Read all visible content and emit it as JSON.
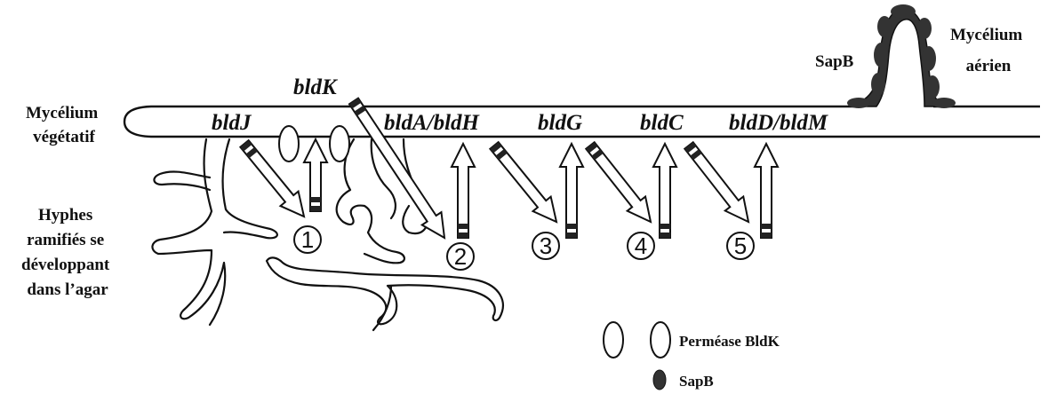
{
  "labels": {
    "mycelium_vegetative": [
      "Mycélium",
      "végétatif"
    ],
    "mycelium_aerial": [
      "Mycélium",
      "aérien"
    ],
    "sapb_top": "SapB",
    "hyphae": [
      "Hyphes",
      "ramifiés se",
      "développant",
      "dans l’agar"
    ]
  },
  "genes": {
    "bldK": "bldK",
    "bldJ": "bldJ",
    "bldA_bldH": "bldA/bldH",
    "bldG": "bldG",
    "bldC": "bldC",
    "bldD_bldM": "bldD/bldM"
  },
  "steps": [
    "1",
    "2",
    "3",
    "4",
    "5"
  ],
  "legend": {
    "permease": "Perméase BldK",
    "sapb": "SapB"
  },
  "colors": {
    "ink": "#111111",
    "sapb_fill": "#3a3a3a",
    "background": "#ffffff"
  }
}
